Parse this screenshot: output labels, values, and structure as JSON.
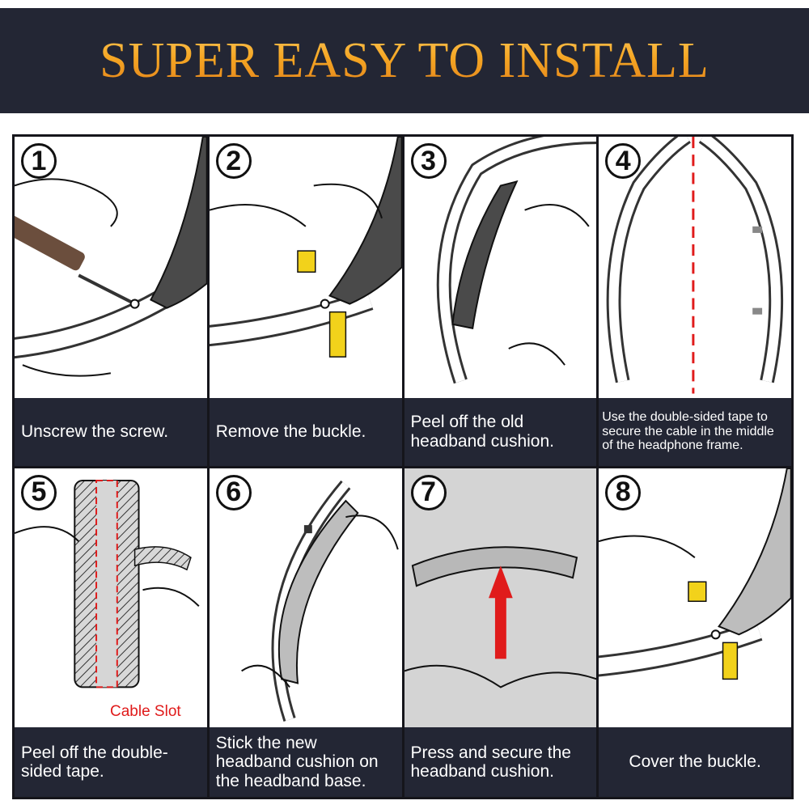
{
  "header": {
    "title": "SUPER EASY TO INSTALL"
  },
  "steps": [
    {
      "number": "1",
      "caption": "Unscrew the screw."
    },
    {
      "number": "2",
      "caption": "Remove the buckle."
    },
    {
      "number": "3",
      "caption": "Peel off the old headband cushion."
    },
    {
      "number": "4",
      "caption": "Use the double-sided tape to secure the cable in the middle of the headphone frame."
    },
    {
      "number": "5",
      "caption": "Peel off the double-sided tape.",
      "label": "Cable Slot"
    },
    {
      "number": "6",
      "caption": "Stick the new headband cushion on the headband base."
    },
    {
      "number": "7",
      "caption": "Press and secure the headband cushion."
    },
    {
      "number": "8",
      "caption": "Cover the buckle."
    }
  ],
  "colors": {
    "banner": "#232634",
    "title_gold": "#f5a623",
    "accent_red": "#e01b1b",
    "buckle_yellow": "#f2d21b"
  }
}
